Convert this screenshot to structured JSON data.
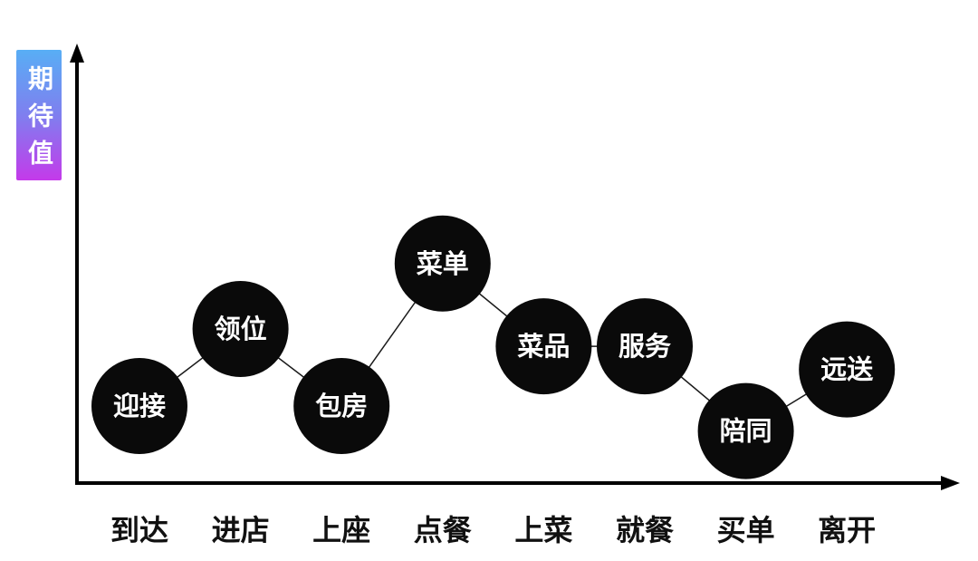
{
  "chart_data": {
    "type": "line",
    "ylabel": "期待值",
    "categories": [
      "到达",
      "进店",
      "上座",
      "点餐",
      "上菜",
      "就餐",
      "买单",
      "离开"
    ],
    "points": [
      {
        "stage": "到达",
        "touchpoint": "迎接",
        "value": 2.0
      },
      {
        "stage": "进店",
        "touchpoint": "领位",
        "value": 4.0
      },
      {
        "stage": "上座",
        "touchpoint": "包房",
        "value": 2.0
      },
      {
        "stage": "点餐",
        "touchpoint": "菜单",
        "value": 5.7
      },
      {
        "stage": "上菜",
        "touchpoint": "菜品",
        "value": 3.55
      },
      {
        "stage": "就餐",
        "touchpoint": "服务",
        "value": 3.55
      },
      {
        "stage": "买单",
        "touchpoint": "陪同",
        "value": 1.35
      },
      {
        "stage": "离开",
        "touchpoint": "远送",
        "value": 2.95
      }
    ],
    "ylim": [
      0,
      10
    ],
    "grid": false,
    "legend": false,
    "colors": {
      "node_fill": "#0a0a0a",
      "node_text": "#ffffff",
      "axis": "#000000",
      "connector": "#1a1a1a",
      "stage_text": "#111111",
      "ylabel_gradient_top": "#58aef5",
      "ylabel_gradient_mid": "#7f7fef",
      "ylabel_gradient_bottom": "#c43aea"
    }
  }
}
